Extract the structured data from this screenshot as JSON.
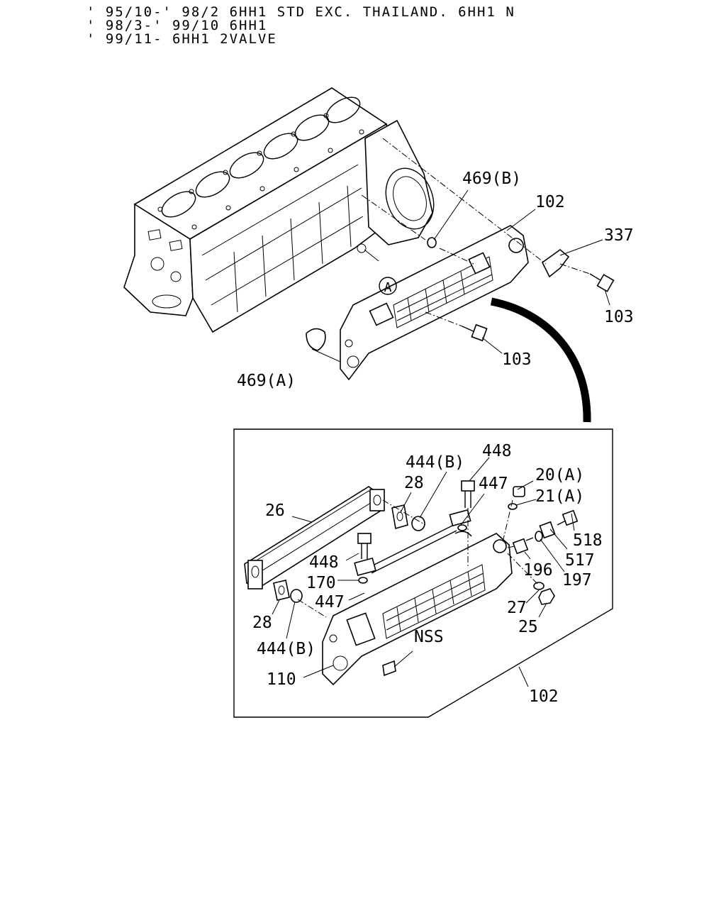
{
  "header": {
    "lines": [
      "' 95/10-' 98/2 6HH1 STD EXC. THAILAND. 6HH1 N",
      "' 98/3-' 99/10 6HH1",
      "' 99/11- 6HH1 2VALVE"
    ]
  },
  "overview": {
    "labels": {
      "gasket_b": "469(B)",
      "cooler": "102",
      "bracket": "337",
      "bolt_right": "103",
      "bolt_lower": "103",
      "gasket_a": "469(A)",
      "ref_a": "A"
    }
  },
  "detail": {
    "labels": {
      "oring_top": "444(B)",
      "gasket_top": "28",
      "bolt_top": "448",
      "pipe_top": "447",
      "plug_top": "20(A)",
      "washer_top": "21(A)",
      "element": "26",
      "bolt_left": "448",
      "pipe_lower": "447",
      "washer_170": "170",
      "gasket_bottom": "28",
      "oring_bottom": "444(B)",
      "housing": "110",
      "plate": "NSS",
      "bolt_518": "518",
      "fitting_517": "517",
      "nipple_196": "196",
      "washer_197": "197",
      "washer_27": "27",
      "nut_25": "25",
      "assembly": "102"
    }
  }
}
